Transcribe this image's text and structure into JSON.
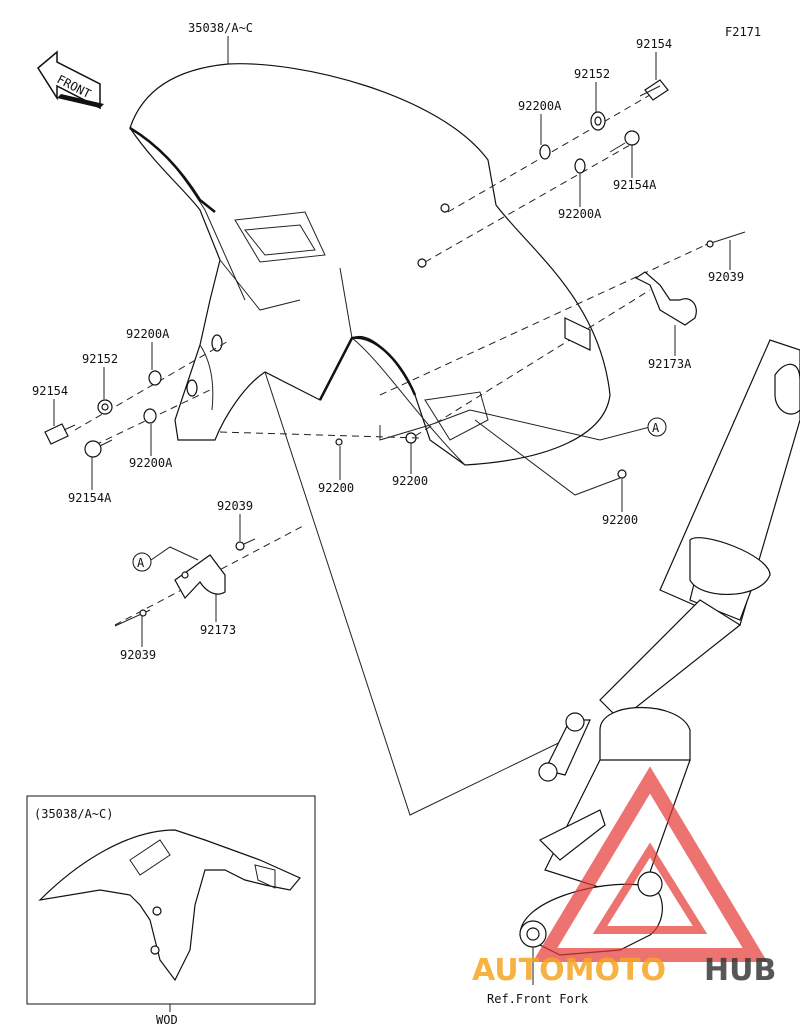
{
  "figure_code": "F2171",
  "front_label": "FRONT",
  "inset": {
    "title": "(35038/A~C)",
    "caption": "WOD"
  },
  "ref_label": "Ref.Front Fork",
  "callout": "A",
  "watermark": {
    "part1": "AUTOMOTO",
    "part2": "HUB",
    "color1": "#f5a623",
    "color2": "#3a3a3a",
    "triangle_color": "#e53935"
  },
  "parts": {
    "fender": "35038/A~C",
    "bolt_top": "92154",
    "washer_top": "92152",
    "grommet_top_a": "92200A",
    "bolt_a_top": "92154A",
    "grommet_top_b": "92200A",
    "clip_top": "92039",
    "bracket_a": "92173A",
    "bracket_left": "92200A",
    "washer_left": "92152",
    "bolt_left": "92154",
    "grommet_left": "92200A",
    "bolt_a_left": "92154A",
    "washer_c1": "92200",
    "washer_c2": "92200",
    "washer_c3": "92200",
    "clip_mid": "92039",
    "bracket": "92173",
    "clip_bottom": "92039"
  }
}
